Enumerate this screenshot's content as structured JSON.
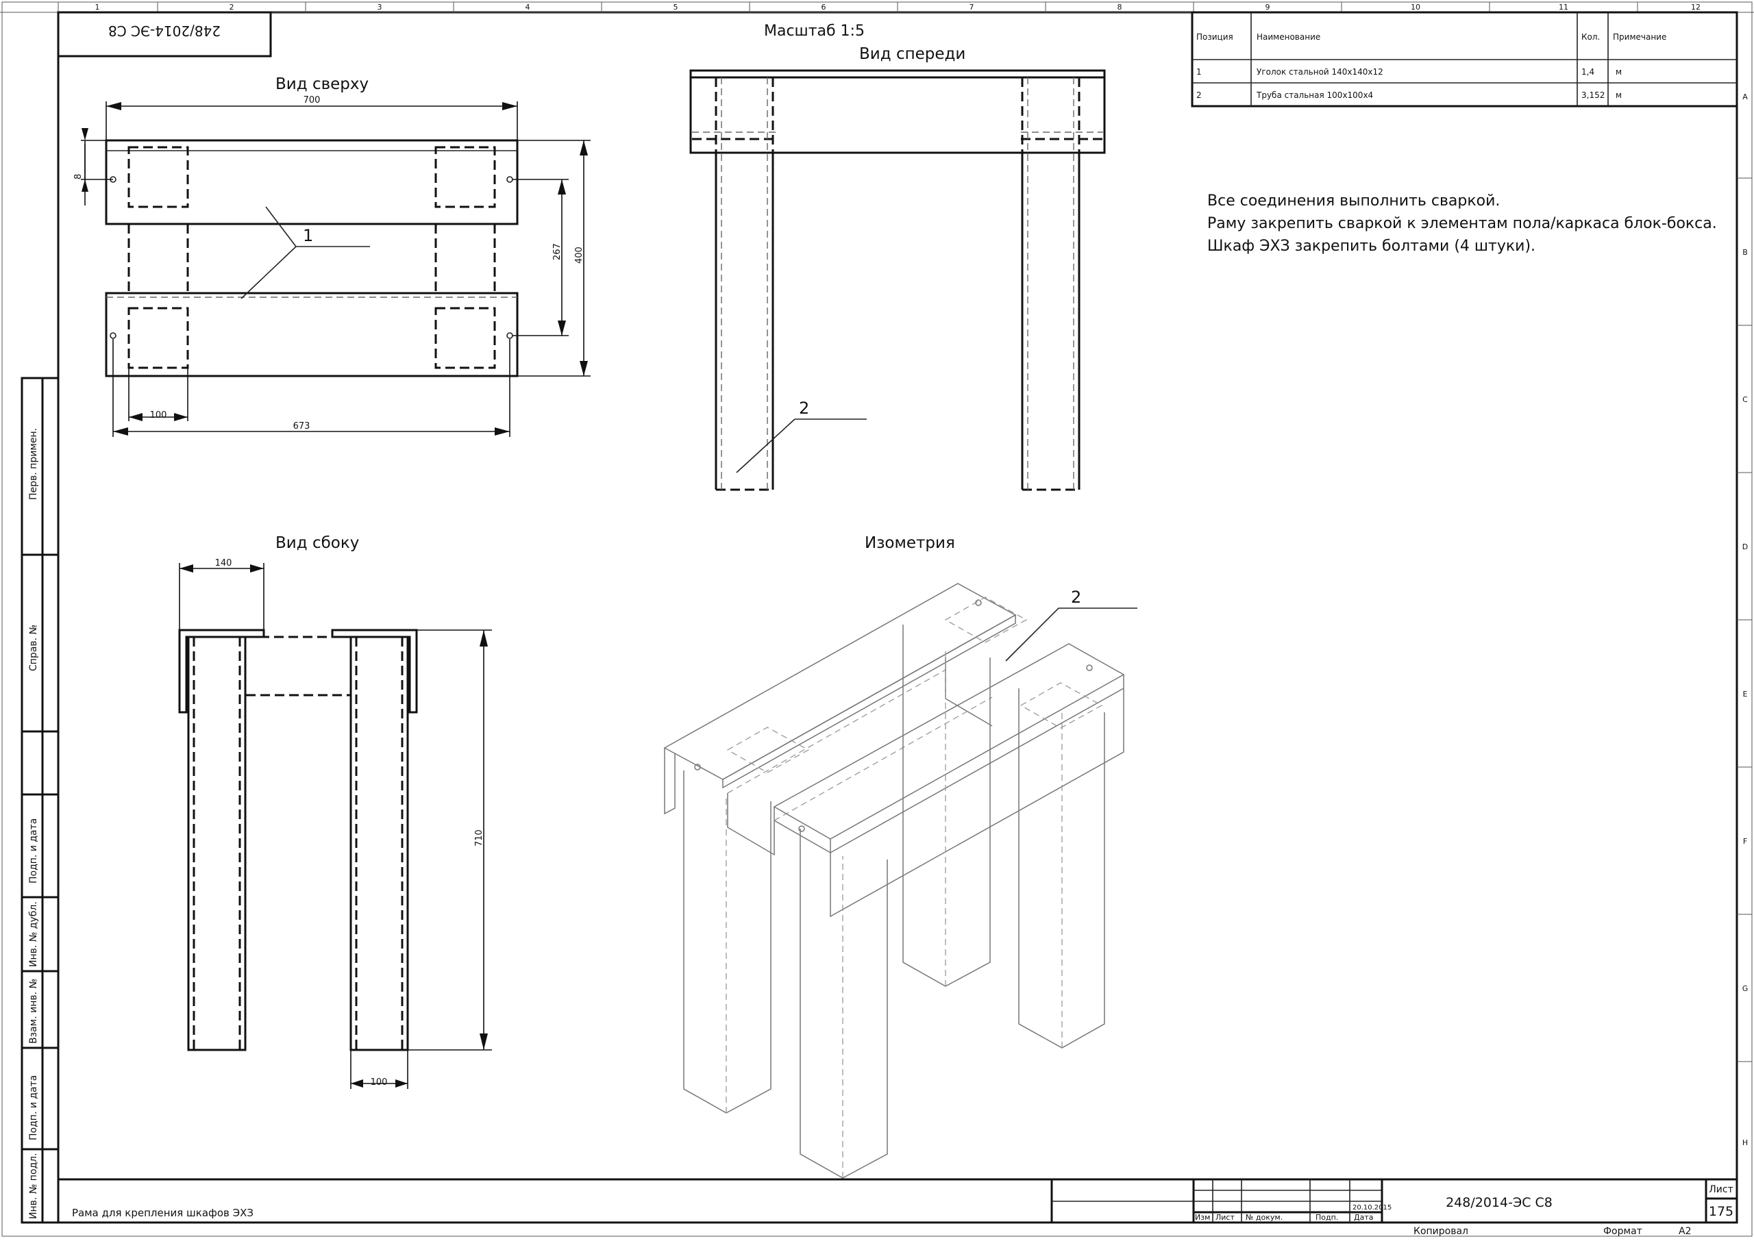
{
  "frame": {
    "zones_top": [
      "1",
      "2",
      "3",
      "4",
      "5",
      "6",
      "7",
      "8",
      "9",
      "10",
      "11",
      "12"
    ],
    "zones_right": [
      "A",
      "B",
      "C",
      "D",
      "E",
      "F",
      "G",
      "H"
    ]
  },
  "doc_number_rotated": "248/2014-ЭС С8",
  "scale": "Масштаб 1:5",
  "views": {
    "top": "Вид сверху",
    "front": "Вид спереди",
    "side": "Вид сбоку",
    "iso": "Изометрия"
  },
  "dimensions": {
    "top_width": "700",
    "top_small": "8",
    "top_inner": "267",
    "top_depth": "400",
    "top_leg": "100",
    "top_holes": "673",
    "side_leg_width": "140",
    "side_height": "710",
    "side_leg_bottom": "100"
  },
  "callouts": {
    "pos1": "1",
    "pos2_front": "2",
    "pos2_iso": "2"
  },
  "spec_table": {
    "headers": [
      "Позиция",
      "Наименование",
      "Кол.",
      "Примечание"
    ],
    "rows": [
      [
        "1",
        "Уголок стальной 140х140х12",
        "1,4",
        "м"
      ],
      [
        "2",
        "Труба стальная 100х100х4",
        "3,152",
        "м"
      ]
    ]
  },
  "notes": [
    "Все соединения выполнить сваркой.",
    "Раму закрепить сваркой к элементам пола/каркаса блок-бокса.",
    "Шкаф ЭХЗ закрепить болтами (4 штуки)."
  ],
  "left_strip": [
    "Перв. примен.",
    "Справ. №",
    "Подп. и дата",
    "Инв. № дубл.",
    "Взам. инв. №",
    "Подп. и дата",
    "Инв. № подл."
  ],
  "title_block": {
    "description": "Рама для крепления шкафов ЭХЗ",
    "date": "20.10.2015",
    "col_labels": [
      "Изм",
      "Лист",
      "№ докум.",
      "Подп.",
      "Дата"
    ],
    "doc_number": "248/2014-ЭС С8",
    "sheet_label": "Лист",
    "sheet_number": "175"
  },
  "footer": {
    "copied": "Копировал",
    "format_label": "Формат",
    "format_value": "А2"
  }
}
